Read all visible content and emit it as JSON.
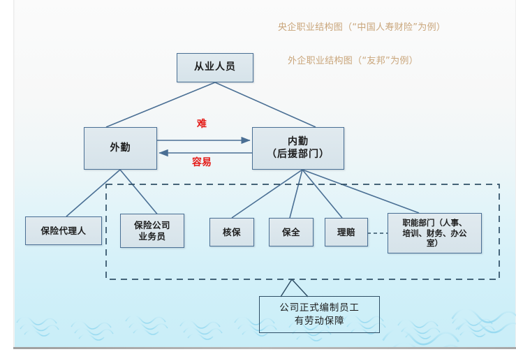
{
  "slide": {
    "titles": [
      {
        "id": "central",
        "text": "央企职业结构图（“中国人寿财险”为例）"
      },
      {
        "id": "foreign",
        "text": "外企职业结构图（“友邦”为例）"
      }
    ],
    "title_color": "#c9a57a"
  },
  "diagram": {
    "type": "org-chart",
    "nodes": [
      {
        "id": "practitioners",
        "label": "从业人员"
      },
      {
        "id": "field",
        "label": "外勤"
      },
      {
        "id": "internal",
        "label": "内勤\n（后援部门）"
      },
      {
        "id": "internal_line1",
        "label": "内勤"
      },
      {
        "id": "internal_line2",
        "label": "（后援部门）"
      },
      {
        "id": "agent",
        "label": "保险代理人"
      },
      {
        "id": "salesperson_line1",
        "label": "保险公司"
      },
      {
        "id": "salesperson_line2",
        "label": "业务员"
      },
      {
        "id": "underwriting",
        "label": "核保"
      },
      {
        "id": "preservation",
        "label": "保全"
      },
      {
        "id": "claims",
        "label": "理赔"
      },
      {
        "id": "functional_line1",
        "label": "职能部门（人事、"
      },
      {
        "id": "functional_line2",
        "label": "培训、财务、办公"
      },
      {
        "id": "functional_line3",
        "label": "室）"
      }
    ],
    "edge_labels": [
      {
        "id": "hard",
        "text": "难",
        "color": "#e41b17"
      },
      {
        "id": "easy",
        "text": "容易",
        "color": "#e41b17"
      }
    ],
    "callout": {
      "line1": "公司正式编制员工",
      "line2": "有劳动保障"
    },
    "colors": {
      "node_border": "#4a6f94",
      "node_fill": "#dce6ec",
      "connector": "#4a6f94",
      "dashed_group": "#2f4f66",
      "callout_border": "#2f4f66"
    }
  }
}
